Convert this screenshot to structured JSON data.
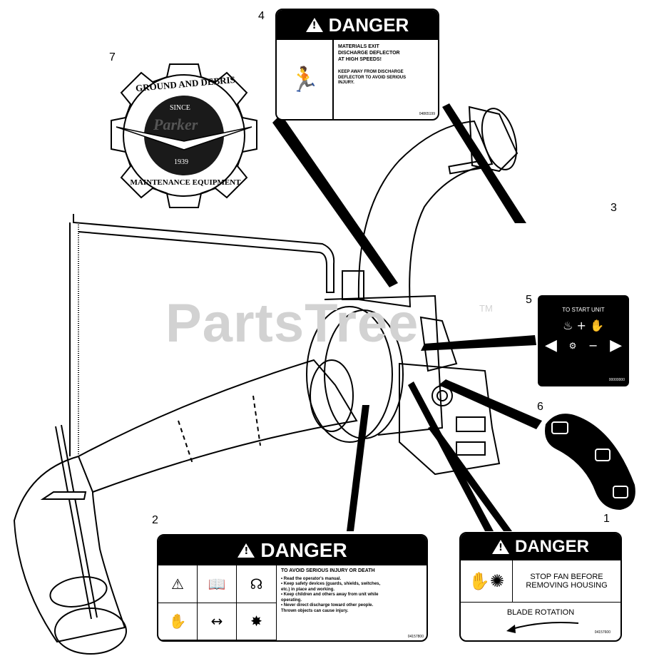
{
  "watermark": {
    "text": "PartsTree",
    "tm": "TM"
  },
  "callouts": {
    "c1": "1",
    "c2": "2",
    "c3": "3",
    "c4": "4",
    "c5": "5",
    "c6": "6",
    "c7": "7"
  },
  "logo": {
    "top_text": "GROUND AND DEBRIS",
    "bottom_text": "MAINTENANCE EQUIPMENT",
    "since": "SINCE",
    "brand": "Parker",
    "year": "1939"
  },
  "decal4": {
    "header": "DANGER",
    "line1": "MATERIALS EXIT",
    "line2": "DISCHARGE DEFLECTOR",
    "line3": "AT HIGH SPEEDS!",
    "warn1": "KEEP AWAY FROM DISCHARGE",
    "warn2": "DEFLECTOR TO AVOID SERIOUS",
    "warn3": "INJURY.",
    "code": "04865199"
  },
  "decal5": {
    "title": "TO START UNIT",
    "code": "00000000"
  },
  "decal2": {
    "header": "DANGER",
    "title": "TO AVOID SERIOUS INJURY OR DEATH",
    "b1": "• Read the operator's manual.",
    "b2": "• Keep safety devices (guards, shields, switches,",
    "b3": "  etc.) in place and working.",
    "b4": "• Keep children and others away from unit while",
    "b5": "  operating.",
    "b6": "• Never direct discharge toward other people.",
    "b7": "  Thrown objects can cause injury.",
    "code": "04157800"
  },
  "decal1": {
    "header": "DANGER",
    "line1": "STOP FAN BEFORE",
    "line2": "REMOVING HOUSING",
    "rotation": "BLADE ROTATION",
    "code": "04157600"
  }
}
